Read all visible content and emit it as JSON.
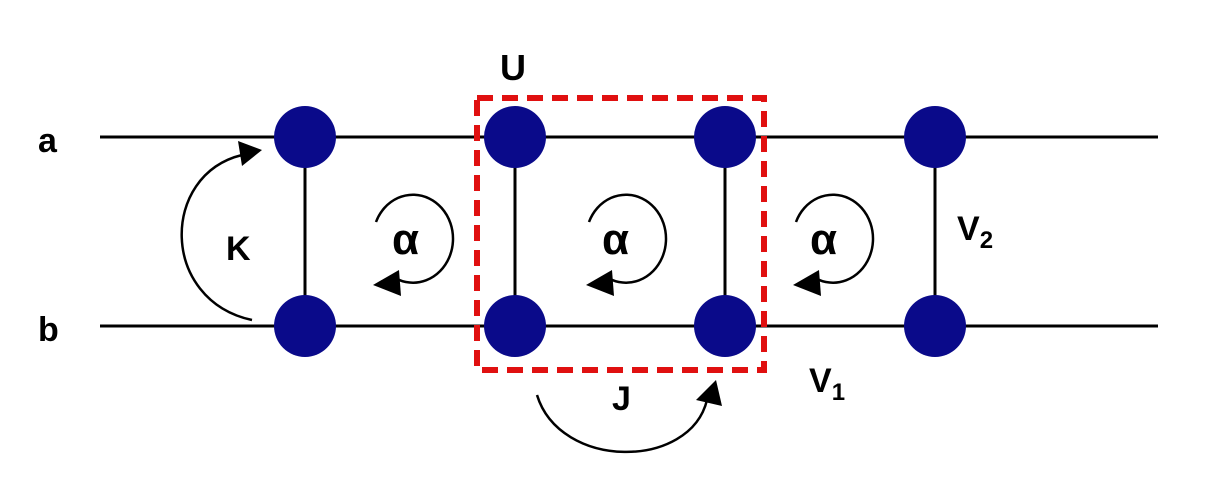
{
  "diagram": {
    "leg_labels": {
      "top": "a",
      "bottom": "b"
    },
    "interaction_labels": {
      "onsite": "U",
      "ring_exchange": "K",
      "hopping_leg": "J",
      "flux": "α",
      "nn_repulsion_rung": "V",
      "nn_repulsion_rung_sub": "2",
      "nn_repulsion_leg": "V",
      "nn_repulsion_leg_sub": "1"
    },
    "site_color": "#0a0a8a",
    "box_color": "#e01010",
    "icons": [
      "site-dot",
      "curved-arrow",
      "circular-arrow"
    ]
  }
}
